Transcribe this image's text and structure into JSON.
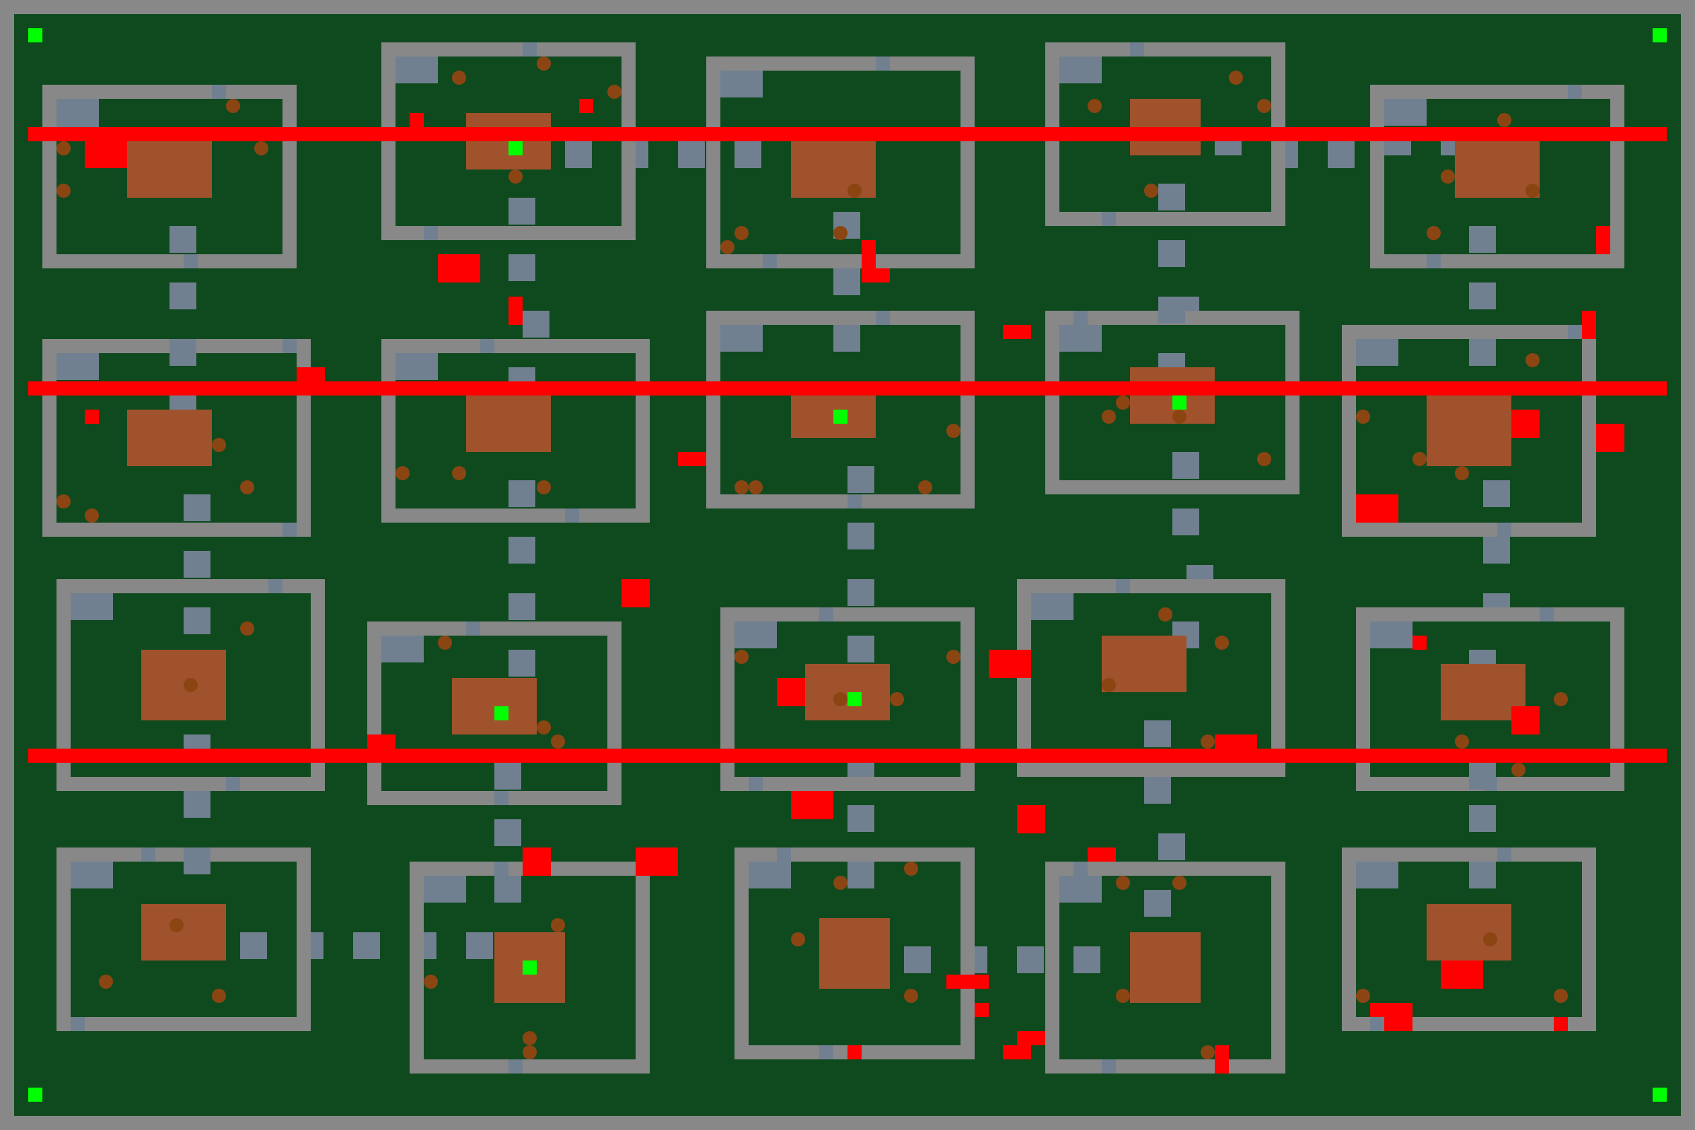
{
  "colors": {
    "border": "#888888",
    "ground": "#0f4a1e",
    "wall": "#888888",
    "tile": "#708090",
    "table": "#a0522d",
    "item": "#8b4513",
    "hazard": "#ff0000",
    "marker": "#00ff00"
  },
  "legend": {
    "rooms": 20,
    "laser_beams": 3,
    "corner_markers": 4
  }
}
